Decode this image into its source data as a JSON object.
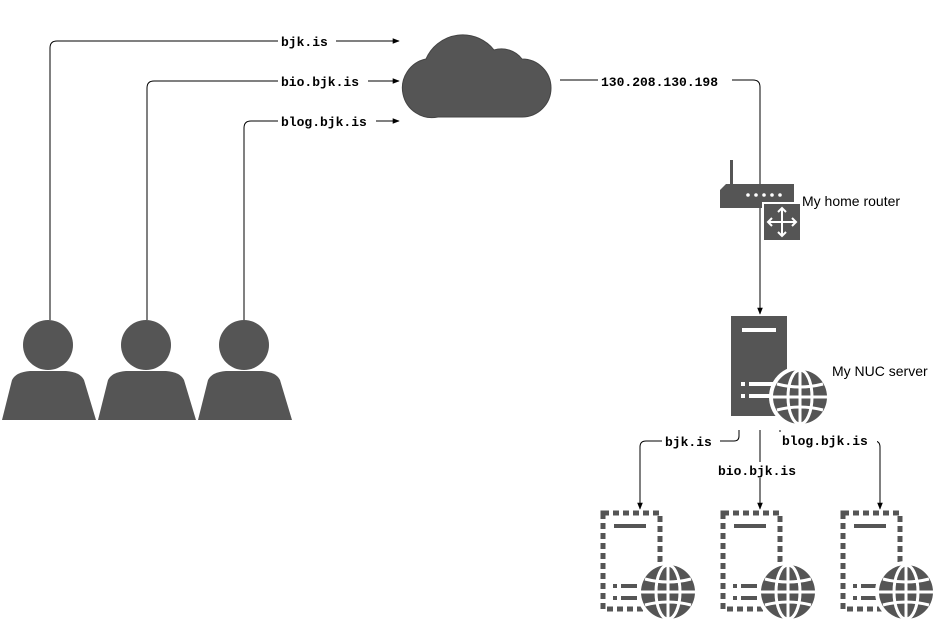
{
  "users": {
    "count": 3
  },
  "internet_links": [
    {
      "label": "bjk.is"
    },
    {
      "label": "bio.bjk.is"
    },
    {
      "label": "blog.bjk.is"
    }
  ],
  "uplink": {
    "label": "130.208.130.198"
  },
  "router": {
    "label": "My home router"
  },
  "server": {
    "label": "My NUC server"
  },
  "vhosts": [
    {
      "label": "bjk.is"
    },
    {
      "label": "bio.bjk.is"
    },
    {
      "label": "blog.bjk.is"
    }
  ],
  "colors": {
    "icon": "#555555",
    "line": "#000000"
  }
}
